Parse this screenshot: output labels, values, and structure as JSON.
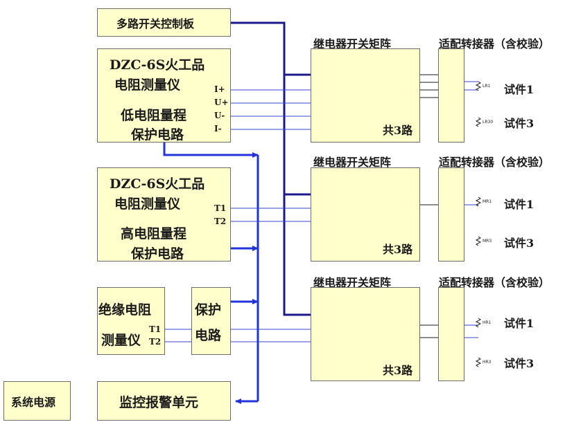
{
  "colors": {
    "box_fill": "#ffffcc",
    "thick_line": "#1a1a8c",
    "bus_line": "#2233dd",
    "signal_line": "#3344cc"
  },
  "control_board": {
    "label": "多路开关控制板"
  },
  "low_meter": {
    "line1": "DZC-6S火工品",
    "line2": "电阻测量仪",
    "line3": "低电阻量程",
    "line4": "保护电路",
    "ports": [
      "I+",
      "U+",
      "U-",
      "I-"
    ]
  },
  "high_meter": {
    "line1": "DZC-6S火工品",
    "line2": "电阻测量仪",
    "line3": "高电阻量程",
    "line4": "保护电路",
    "ports": [
      "T1",
      "T2"
    ]
  },
  "insulation_meter": {
    "line1": "绝缘电阻",
    "line2": "测量仪",
    "ports": [
      "T1",
      "T2"
    ]
  },
  "protect_box": {
    "line1": "保护",
    "line2": "电路"
  },
  "power": {
    "label": "系统电源"
  },
  "alarm": {
    "label": "监控报警单元"
  },
  "relay_title": "继电器开关矩阵",
  "relay_count": "共3路",
  "adapter_title": "适配转接器（含校验）",
  "rows": [
    {
      "r1": "LR1",
      "r3": "LR30"
    },
    {
      "r1": "MR1",
      "r3": "MR3"
    },
    {
      "r1": "HR1",
      "r3": "HR3"
    }
  ],
  "item1": "试件1",
  "item3": "试件3"
}
